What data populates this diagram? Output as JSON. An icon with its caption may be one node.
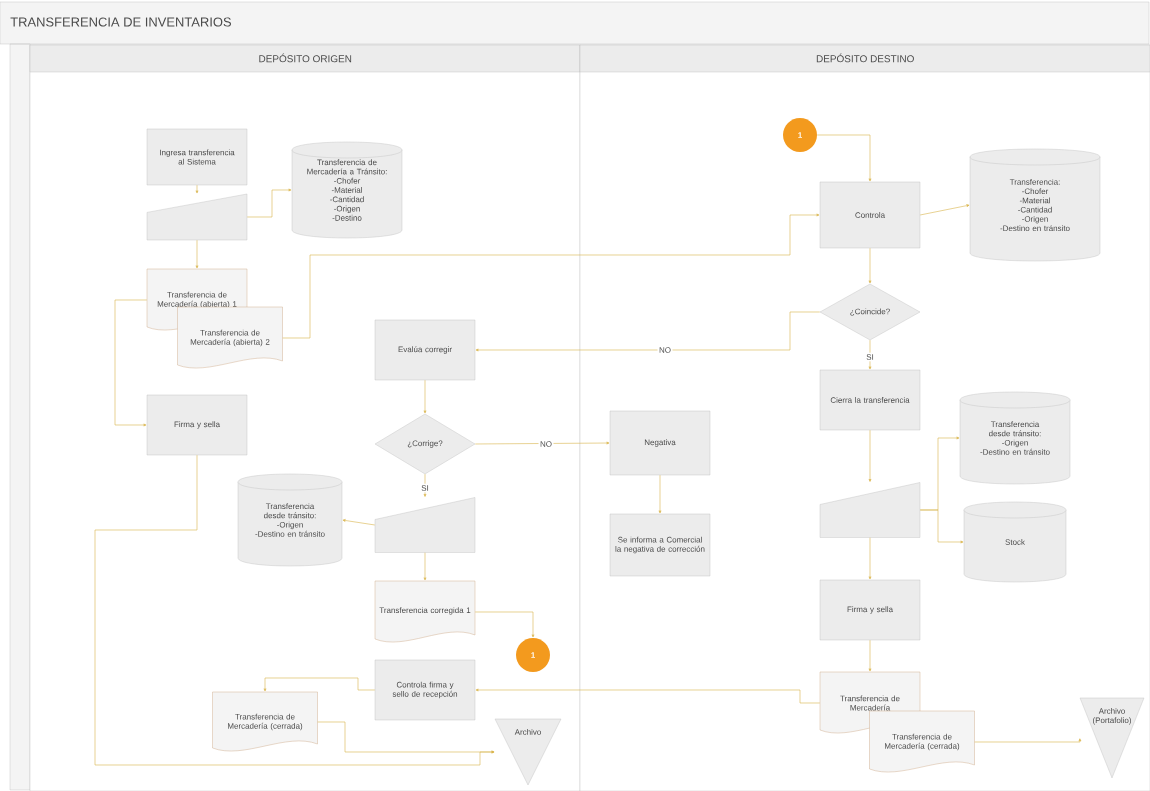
{
  "diagram": {
    "title": "TRANSFERENCIA DE INVENTARIOS",
    "nodes": [
      {
        "text": [
          "DEPÓSITO ORIGEN"
        ]
      },
      {
        "text": [
          "DEPÓSITO DESTINO"
        ]
      },
      {
        "text": [
          "Ingresa transferencia al Sistema"
        ],
        "in": 0
      },
      {
        "text": [],
        "shape": "trapezoid",
        "in": 0
      },
      {
        "text": [
          "Transferencia de Mercadería a Tránsito:",
          "-Chofer",
          "-Material",
          "-Cantidad",
          "-Origen",
          "-Destino"
        ],
        "in": 0
      },
      {
        "text": [
          "Transferencia de Mercadería (abierta) 1"
        ],
        "in": 0
      },
      {
        "text": [
          "Transferencia de Mercadería (abierta) 2"
        ],
        "in": 0
      },
      {
        "text": [
          "Firma y sella"
        ],
        "in": 0
      },
      {
        "text": [
          "Evalúa corregir"
        ],
        "in": 0
      },
      {
        "text": [
          "¿Corrige?"
        ],
        "in": 0
      },
      {
        "text": [],
        "shape": "trapezoid",
        "in": 0
      },
      {
        "text": [
          "Transferencia desde tránsito:",
          "-Origen",
          "-Destino en tránsito"
        ],
        "in": 0
      },
      {
        "text": [
          "Transferencia corregida 1"
        ],
        "in": 0
      },
      {
        "text": [
          "1"
        ],
        "in": 0
      },
      {
        "text": [
          "Controla firma y sello de recepción"
        ],
        "in": 0
      },
      {
        "text": [
          "Transferencia de Mercadería (cerrada)"
        ],
        "in": 0
      },
      {
        "text": [
          "Archivo"
        ],
        "in": 0
      },
      {
        "text": [
          "1"
        ],
        "in": 1
      },
      {
        "text": [
          "Controla"
        ],
        "in": 1
      },
      {
        "text": [
          "Transferencia:",
          "-Chofer",
          "-Material",
          "-Cantidad",
          "-Origen",
          "-Destino en tránsito"
        ],
        "in": 1
      },
      {
        "text": [
          "¿Coincide?"
        ],
        "in": 1
      },
      {
        "text": [
          "Cierra la transferencia"
        ],
        "in": 1
      },
      {
        "text": [],
        "shape": "trapezoid",
        "in": 1
      },
      {
        "text": [
          "Transferencia desde tránsito:",
          "-Origen",
          "-Destino en tránsito"
        ],
        "in": 1
      },
      {
        "text": [
          "Stock"
        ],
        "in": 1
      },
      {
        "text": [
          "Firma y sella"
        ],
        "in": 1
      },
      {
        "text": [
          "Transferencia de Mercadería"
        ],
        "in": 1
      },
      {
        "text": [
          "Transferencia de Mercadería (cerrada)"
        ],
        "in": 1
      },
      {
        "text": [
          "Archivo (Portafolio)"
        ],
        "in": 1
      },
      {
        "text": [
          "Negativa"
        ],
        "in": 1
      },
      {
        "text": [
          "Se informa a Comercial la negativa de corrección"
        ],
        "in": 1
      }
    ],
    "edges": [
      {
        "from": 2,
        "to": 3,
        "arrow": "to"
      },
      {
        "from": 3,
        "to": 4,
        "arrow": "to"
      },
      {
        "from": 3,
        "to": 5,
        "arrow": "to"
      },
      {
        "from": 5,
        "to": 7,
        "arrow": "to"
      },
      {
        "from": 6,
        "to": 18,
        "arrow": "to"
      },
      {
        "from": 7,
        "to": 16,
        "arrow": "to"
      },
      {
        "from": 17,
        "to": 18,
        "arrow": "to"
      },
      {
        "from": 18,
        "to": 19,
        "arrow": "to"
      },
      {
        "from": 18,
        "to": 20,
        "arrow": "to"
      },
      {
        "from": 20,
        "to": 8,
        "arrow": "to",
        "label": "NO"
      },
      {
        "from": 20,
        "to": 21,
        "arrow": "to",
        "label": "SI"
      },
      {
        "from": 8,
        "to": 9,
        "arrow": "to"
      },
      {
        "from": 9,
        "to": 29,
        "arrow": "to",
        "label": "NO"
      },
      {
        "from": 9,
        "to": 10,
        "arrow": "to",
        "label": "SI"
      },
      {
        "from": 29,
        "to": 30,
        "arrow": "to"
      },
      {
        "from": 10,
        "to": 11,
        "arrow": "to"
      },
      {
        "from": 10,
        "to": 12,
        "arrow": "to"
      },
      {
        "from": 12,
        "to": 13,
        "arrow": "to"
      },
      {
        "from": 21,
        "to": 22,
        "arrow": "to"
      },
      {
        "from": 22,
        "to": 23,
        "arrow": "to"
      },
      {
        "from": 22,
        "to": 24,
        "arrow": "to"
      },
      {
        "from": 22,
        "to": 25,
        "arrow": "to"
      },
      {
        "from": 25,
        "to": 26,
        "arrow": "to"
      },
      {
        "from": 26,
        "to": 14,
        "arrow": "to"
      },
      {
        "from": 14,
        "to": 15,
        "arrow": "to"
      },
      {
        "from": 15,
        "to": 16,
        "arrow": "to"
      },
      {
        "from": 27,
        "to": 28,
        "arrow": "to"
      }
    ]
  }
}
